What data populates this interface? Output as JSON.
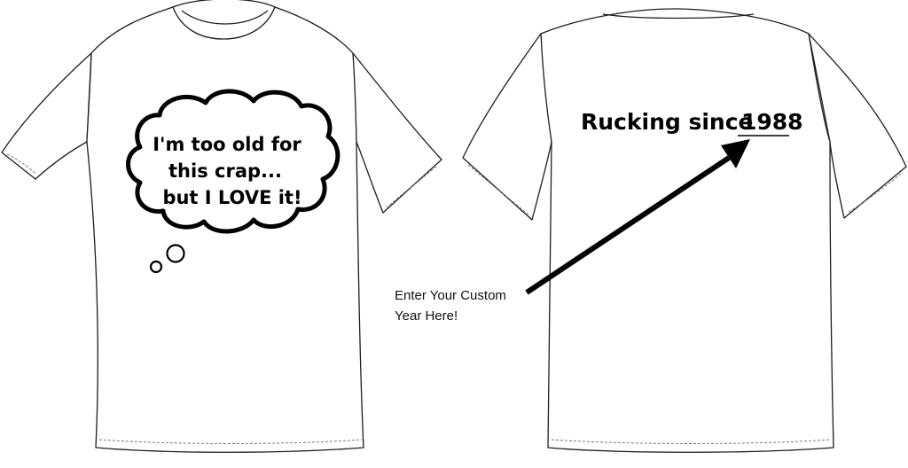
{
  "front": {
    "slogan_lines": [
      "I'm too old for",
      "this crap...",
      "but I LOVE it!"
    ]
  },
  "back": {
    "slogan_prefix": "Rucking since",
    "year": "1988"
  },
  "annotation": {
    "lines": [
      "Enter Your Custom",
      "Year Here!"
    ]
  },
  "colors": {
    "ink": "#000000",
    "shirt": "#ffffff",
    "outline": "#1e1e1e"
  }
}
